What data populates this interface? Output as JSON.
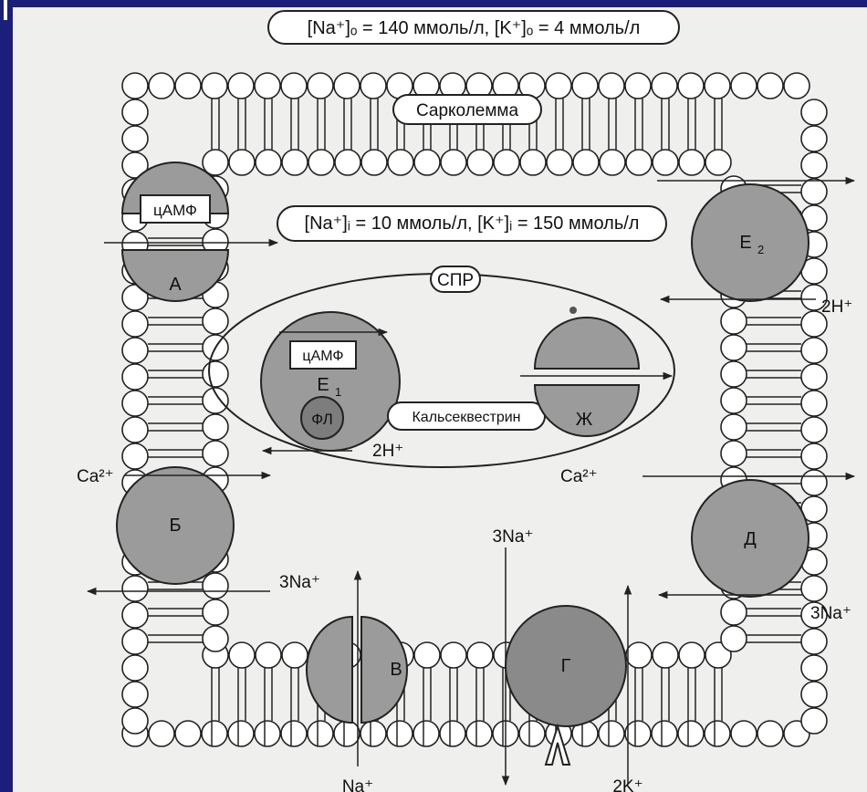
{
  "labels": {
    "outer_conc": "[Na⁺]ₒ = 140 ммоль/л, [K⁺]ₒ = 4 ммоль/л",
    "sarcolemma": "Сарколемма",
    "inner_conc": "[Na⁺]ᵢ = 10 ммоль/л, [K⁺]ᵢ = 150 ммоль/л",
    "spr": "СПР",
    "calsequestrin": "Кальсеквестрин",
    "camp_a": "цАМФ",
    "camp_e1": "цАМФ",
    "fl": "ФЛ",
    "letter_a": "А",
    "letter_b": "Б",
    "letter_v": "В",
    "letter_g": "Г",
    "letter_d": "Д",
    "letter_zh": "Ж",
    "letter_e1": "E",
    "letter_e1_sub": "1",
    "letter_e2": "E",
    "letter_e2_sub": "2",
    "ion_2h_right": "2H⁺",
    "ion_2h_inner": "2H⁺",
    "ion_ca_left": "Ca²⁺",
    "ion_ca_right": "Ca²⁺",
    "ion_3na_left": "3Na⁺",
    "ion_3na_right": "3Na⁺",
    "ion_3na_center": "3Na⁺",
    "ion_na_bottom": "Na⁺",
    "ion_2k_bottom": "2K⁺"
  },
  "colors": {
    "protein": "#9b9b9b",
    "protein_dark": "#8a8a8a",
    "lipid_head": "#ffffff",
    "line": "#222222",
    "background": "#efefed",
    "frame": "#1b1f7a"
  }
}
